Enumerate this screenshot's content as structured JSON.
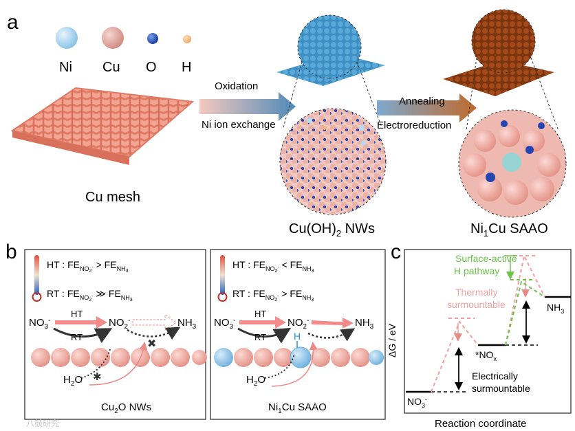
{
  "panel_a": {
    "label": "a",
    "legend": {
      "ni": "Ni",
      "cu": "Cu",
      "o": "O",
      "h": "H"
    },
    "cu_mesh_label": "Cu mesh",
    "arrow1_top": "Oxidation",
    "arrow1_bottom": "Ni ion exchange",
    "arrow2_top": "Annealing",
    "arrow2_bottom": "Electroreduction",
    "cuoh2_label": "Cu(OH)",
    "cuoh2_sub": "2",
    "cuoh2_suffix": " NWs",
    "ni1cu_prefix": "Ni",
    "ni1cu_sub": "1",
    "ni1cu_suffix": "Cu SAAO"
  },
  "panel_b": {
    "label": "b",
    "left": {
      "ht_prefix": "HT : FE",
      "ht_sub1": "NO2-",
      "ht_rel": " > FE",
      "ht_sub2": "NH3",
      "rt_prefix": "RT : FE",
      "rt_sub1": "NO2-",
      "rt_rel": " ≫ FE",
      "rt_sub2": "NH3",
      "no3": "NO",
      "no3_sub": "3",
      "no3_sup": "-",
      "ht": "HT",
      "rt": "RT",
      "no2": "NO",
      "no2_sub": "2",
      "no2_sup": "-",
      "nh3": "NH",
      "nh3_sub": "3",
      "h2o": "H",
      "h2o_sub": "2",
      "h2o_suffix": "O",
      "caption_prefix": "Cu",
      "caption_sub": "2",
      "caption_suffix": "O NWs"
    },
    "right": {
      "ht_prefix": "HT : FE",
      "ht_sub1": "NO2-",
      "ht_rel": " < FE",
      "ht_sub2": "NH3",
      "rt_prefix": "RT : FE",
      "rt_sub1": "NO2-",
      "rt_rel": " > FE",
      "rt_sub2": "NH3",
      "no3": "NO",
      "no3_sub": "3",
      "no3_sup": "-",
      "ht": "HT",
      "rt": "RT",
      "no2": "NO",
      "no2_sub": "2",
      "no2_sup": "-",
      "h_label": "H",
      "nh3": "NH",
      "nh3_sub": "3",
      "h2o": "H",
      "h2o_sub": "2",
      "h2o_suffix": "O",
      "caption_prefix": "Ni",
      "caption_sub": "1",
      "caption_suffix": "Cu SAAO"
    }
  },
  "panel_c": {
    "label": "c",
    "ylabel": "ΔG / eV",
    "xlabel": "Reaction coordinate",
    "surface_active": "Surface-active",
    "h_pathway": "H pathway",
    "thermally": "Thermally",
    "surmountable1": "surmountable",
    "electrically": "Electrically",
    "surmountable2": "surmountable",
    "no3": "NO",
    "no3_sub": "3",
    "no3_sup": "-",
    "nox": "*NO",
    "nox_sub": "x",
    "nh3": "NH",
    "nh3_sub": "3"
  },
  "watermark": "八鼓研究"
}
